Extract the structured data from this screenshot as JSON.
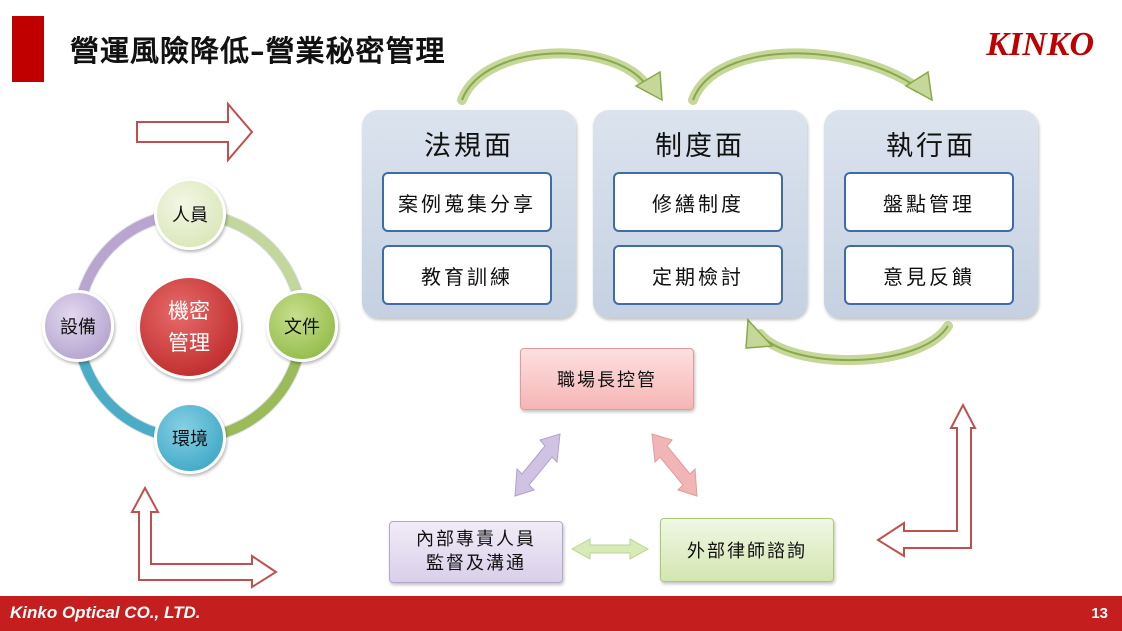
{
  "header": {
    "title": "營運風險降低–營業秘密管理",
    "brand": "KINKO"
  },
  "footer": {
    "company": "Kinko Optical CO., LTD.",
    "page_number": "13"
  },
  "panels": [
    {
      "title": "法規面",
      "items": [
        "案例蒐集分享",
        "教育訓練"
      ]
    },
    {
      "title": "制度面",
      "items": [
        "修繕制度",
        "定期檢討"
      ]
    },
    {
      "title": "執行面",
      "items": [
        "盤點管理",
        "意見反饋"
      ]
    }
  ],
  "cycle": {
    "center_line1": "機密",
    "center_line2": "管理",
    "top": "人員",
    "right": "文件",
    "bottom": "環境",
    "left": "設備"
  },
  "control": {
    "workplace": "職場長控管",
    "internal_line1": "內部專責人員",
    "internal_line2": "監督及溝通",
    "external": "外部律師諮詢"
  },
  "colors": {
    "accent": "#c00000",
    "footer": "#c41e1e",
    "panel_border": "#3f6ca8",
    "arrow_red": "#c0504d",
    "curve_green": "#9bbb59"
  }
}
